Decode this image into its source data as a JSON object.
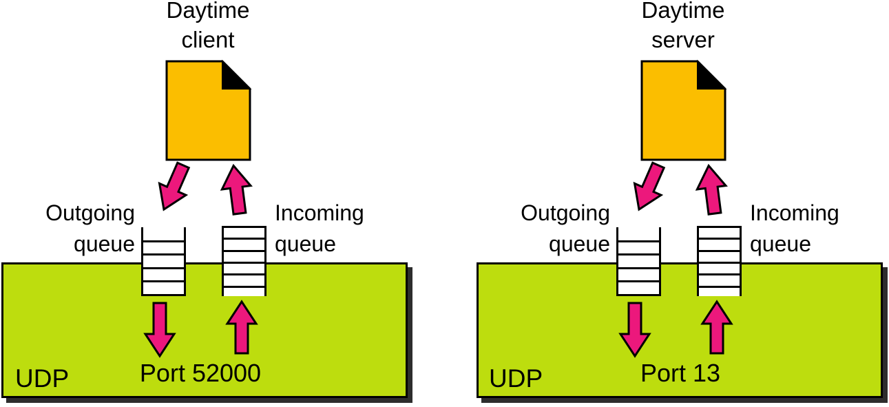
{
  "colors": {
    "document_fill": "#FBBE00",
    "udp_box_fill": "#BDDD0E",
    "arrow_fill": "#EC187C",
    "outline": "#000000",
    "shadow": "#2D2D2D",
    "queue_fill": "#FFFFFF"
  },
  "icons": {
    "document": "document-icon",
    "arrow_down": "arrow-down-icon",
    "arrow_up": "arrow-up-icon"
  },
  "diagrams": [
    {
      "title_line1": "Daytime",
      "title_line2": "client",
      "outgoing_label_line1": "Outgoing",
      "outgoing_label_line2": "queue",
      "incoming_label_line1": "Incoming",
      "incoming_label_line2": "queue",
      "protocol_label": "UDP",
      "port_label": "Port 52000"
    },
    {
      "title_line1": "Daytime",
      "title_line2": "server",
      "outgoing_label_line1": "Outgoing",
      "outgoing_label_line2": "queue",
      "incoming_label_line1": "Incoming",
      "incoming_label_line2": "queue",
      "protocol_label": "UDP",
      "port_label": "Port 13"
    }
  ]
}
